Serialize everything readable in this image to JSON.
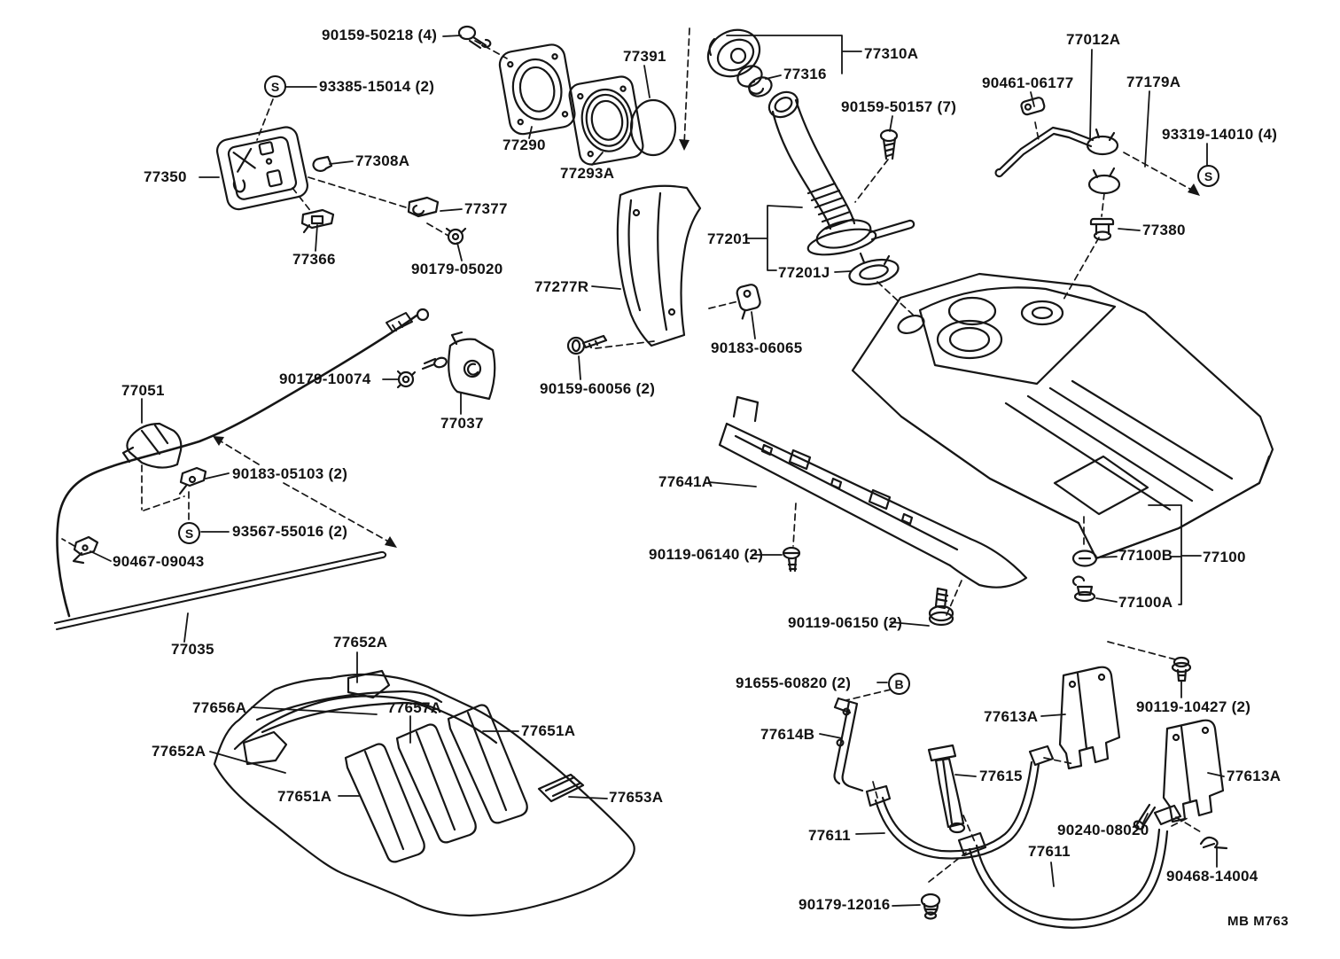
{
  "diagram": {
    "footer_code": "MB M763",
    "colors": {
      "line": "#161616",
      "background": "#ffffff"
    },
    "symbols": [
      {
        "id": "s-mark-1",
        "glyph": "S"
      },
      {
        "id": "s-mark-2",
        "glyph": "S"
      },
      {
        "id": "s-mark-3",
        "glyph": "S"
      },
      {
        "id": "b-mark-1",
        "glyph": "B"
      }
    ],
    "labels": [
      {
        "id": "90159-50218",
        "text": "90159-50218 (4)"
      },
      {
        "id": "93385-15014",
        "text": "93385-15014 (2)"
      },
      {
        "id": "77391",
        "text": "77391"
      },
      {
        "id": "77310A",
        "text": "77310A"
      },
      {
        "id": "77316",
        "text": "77316"
      },
      {
        "id": "77012A",
        "text": "77012A"
      },
      {
        "id": "90461-06177",
        "text": "90461-06177"
      },
      {
        "id": "77179A",
        "text": "77179A"
      },
      {
        "id": "90159-50157",
        "text": "90159-50157 (7)"
      },
      {
        "id": "93319-14010",
        "text": "93319-14010 (4)"
      },
      {
        "id": "77290",
        "text": "77290"
      },
      {
        "id": "77293A",
        "text": "77293A"
      },
      {
        "id": "77350",
        "text": "77350"
      },
      {
        "id": "77308A",
        "text": "77308A"
      },
      {
        "id": "77377",
        "text": "77377"
      },
      {
        "id": "77366",
        "text": "77366"
      },
      {
        "id": "90179-05020",
        "text": "90179-05020"
      },
      {
        "id": "77380",
        "text": "77380"
      },
      {
        "id": "77201",
        "text": "77201"
      },
      {
        "id": "77201J",
        "text": "77201J"
      },
      {
        "id": "77277R",
        "text": "77277R"
      },
      {
        "id": "90183-06065",
        "text": "90183-06065"
      },
      {
        "id": "90159-60056",
        "text": "90159-60056 (2)"
      },
      {
        "id": "90179-10074",
        "text": "90179-10074"
      },
      {
        "id": "77051",
        "text": "77051"
      },
      {
        "id": "77037",
        "text": "77037"
      },
      {
        "id": "90183-05103",
        "text": "90183-05103 (2)"
      },
      {
        "id": "93567-55016",
        "text": "93567-55016 (2)"
      },
      {
        "id": "90467-09043",
        "text": "90467-09043"
      },
      {
        "id": "77035",
        "text": "77035"
      },
      {
        "id": "77641A",
        "text": "77641A"
      },
      {
        "id": "90119-06140",
        "text": "90119-06140 (2)"
      },
      {
        "id": "90119-06150",
        "text": "90119-06150 (2)"
      },
      {
        "id": "77100B",
        "text": "77100B"
      },
      {
        "id": "77100",
        "text": "77100"
      },
      {
        "id": "77100A",
        "text": "77100A"
      },
      {
        "id": "77652A-top",
        "text": "77652A"
      },
      {
        "id": "77656A",
        "text": "77656A"
      },
      {
        "id": "77657A",
        "text": "77657A"
      },
      {
        "id": "77651A-right",
        "text": "77651A"
      },
      {
        "id": "77652A-left",
        "text": "77652A"
      },
      {
        "id": "77651A-bottom",
        "text": "77651A"
      },
      {
        "id": "77653A",
        "text": "77653A"
      },
      {
        "id": "91655-60820",
        "text": "91655-60820 (2)"
      },
      {
        "id": "77614B",
        "text": "77614B"
      },
      {
        "id": "77613A-1",
        "text": "77613A"
      },
      {
        "id": "90119-10427",
        "text": "90119-10427 (2)"
      },
      {
        "id": "77615",
        "text": "77615"
      },
      {
        "id": "77613A-2",
        "text": "77613A"
      },
      {
        "id": "77611-1",
        "text": "77611"
      },
      {
        "id": "90240-08020",
        "text": "90240-08020"
      },
      {
        "id": "77611-2",
        "text": "77611"
      },
      {
        "id": "90468-14004",
        "text": "90468-14004"
      },
      {
        "id": "90179-12016",
        "text": "90179-12016"
      }
    ]
  }
}
